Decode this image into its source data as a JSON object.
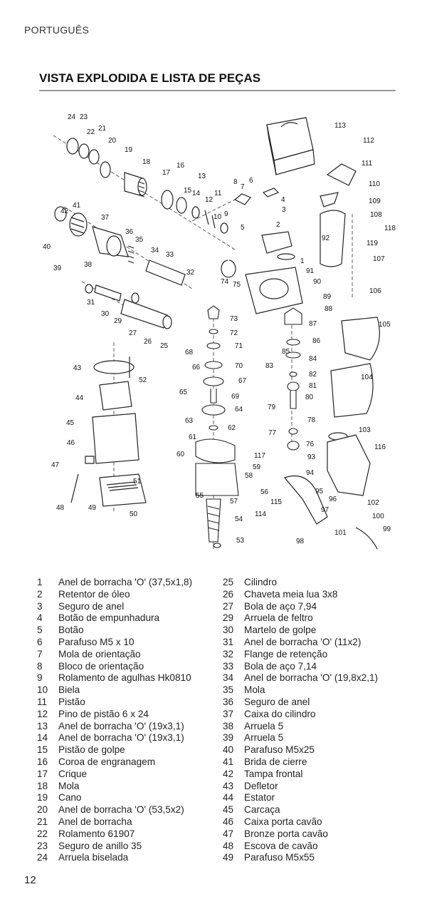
{
  "header": {
    "language": "PORTUGUÊS"
  },
  "section_title": "VISTA EXPLODIDA E LISTA DE PEÇAS",
  "diagram": {
    "callouts": [
      "1",
      "2",
      "3",
      "4",
      "5",
      "6",
      "7",
      "8",
      "9",
      "10",
      "11",
      "12",
      "13",
      "14",
      "15",
      "16",
      "17",
      "18",
      "19",
      "20",
      "21",
      "22",
      "23",
      "24",
      "25",
      "26",
      "27",
      "29",
      "30",
      "31",
      "32",
      "33",
      "34",
      "35",
      "36",
      "37",
      "38",
      "39",
      "40",
      "41",
      "42",
      "43",
      "44",
      "45",
      "46",
      "47",
      "48",
      "49",
      "50",
      "51",
      "52",
      "53",
      "54",
      "55",
      "56",
      "57",
      "58",
      "59",
      "60",
      "61",
      "62",
      "63",
      "64",
      "65",
      "66",
      "67",
      "68",
      "69",
      "70",
      "71",
      "72",
      "73",
      "74",
      "75",
      "76",
      "77",
      "78",
      "79",
      "80",
      "81",
      "82",
      "83",
      "84",
      "85",
      "86",
      "87",
      "88",
      "89",
      "90",
      "91",
      "92",
      "93",
      "94",
      "95",
      "96",
      "97",
      "98",
      "99",
      "100",
      "101",
      "102",
      "103",
      "104",
      "105",
      "106",
      "107",
      "108",
      "109",
      "110",
      "111",
      "112",
      "113",
      "114",
      "115",
      "116",
      "117",
      "118",
      "119"
    ]
  },
  "parts_left": [
    {
      "n": "1",
      "name": "Anel de borracha 'O' (37,5x1,8)"
    },
    {
      "n": "2",
      "name": "Retentor de óleo"
    },
    {
      "n": "3",
      "name": "Seguro de anel"
    },
    {
      "n": "4",
      "name": "Botão de empunhadura"
    },
    {
      "n": "5",
      "name": "Botão"
    },
    {
      "n": "6",
      "name": "Parafuso M5 x 10"
    },
    {
      "n": "7",
      "name": "Mola de orientação"
    },
    {
      "n": "8",
      "name": "Bloco de orientação"
    },
    {
      "n": "9",
      "name": "Rolamento de agulhas Hk0810"
    },
    {
      "n": "10",
      "name": "Biela"
    },
    {
      "n": "11",
      "name": "Pistão"
    },
    {
      "n": "12",
      "name": "Pino de pistão 6 x 24"
    },
    {
      "n": "13",
      "name": "Anel de borracha 'O' (19x3,1)"
    },
    {
      "n": "14",
      "name": "Anel de borracha 'O' (19x3,1)"
    },
    {
      "n": "15",
      "name": "Pistão de golpe"
    },
    {
      "n": "16",
      "name": "Coroa de engranagem"
    },
    {
      "n": "17",
      "name": "Crique"
    },
    {
      "n": "18",
      "name": "Mola"
    },
    {
      "n": "19",
      "name": "Cano"
    },
    {
      "n": "20",
      "name": "Anel de borracha 'O' (53,5x2)"
    },
    {
      "n": "21",
      "name": "Anel de borracha"
    },
    {
      "n": "22",
      "name": "Rolamento 61907"
    },
    {
      "n": "23",
      "name": "Seguro de anillo 35"
    },
    {
      "n": "24",
      "name": "Arruela biselada"
    }
  ],
  "parts_right": [
    {
      "n": "25",
      "name": "Cilindro"
    },
    {
      "n": "26",
      "name": "Chaveta meia lua 3x8"
    },
    {
      "n": "27",
      "name": "Bola de aço 7,94"
    },
    {
      "n": "29",
      "name": "Arruela de feltro"
    },
    {
      "n": "30",
      "name": "Martelo de golpe"
    },
    {
      "n": "31",
      "name": "Anel de borracha 'O' (11x2)"
    },
    {
      "n": "32",
      "name": "Flange de retenção"
    },
    {
      "n": "33",
      "name": "Bola de aço 7,14"
    },
    {
      "n": "34",
      "name": "Anel de borracha 'O' (19,8x2,1)"
    },
    {
      "n": "35",
      "name": "Mola"
    },
    {
      "n": "36",
      "name": "Seguro de anel"
    },
    {
      "n": "37",
      "name": "Caixa do cilindro"
    },
    {
      "n": "38",
      "name": "Arruela 5"
    },
    {
      "n": "39",
      "name": "Arruela 5"
    },
    {
      "n": "40",
      "name": "Parafuso M5x25"
    },
    {
      "n": "41",
      "name": "Brida de cierre"
    },
    {
      "n": "42",
      "name": "Tampa frontal"
    },
    {
      "n": "43",
      "name": "Defletor"
    },
    {
      "n": "44",
      "name": "Estator"
    },
    {
      "n": "45",
      "name": "Carcaça"
    },
    {
      "n": "46",
      "name": "Caixa porta cavão"
    },
    {
      "n": "47",
      "name": "Bronze porta cavão"
    },
    {
      "n": "48",
      "name": "Escova de cavão"
    },
    {
      "n": "49",
      "name": "Parafuso M5x55"
    }
  ],
  "page_number": "12"
}
